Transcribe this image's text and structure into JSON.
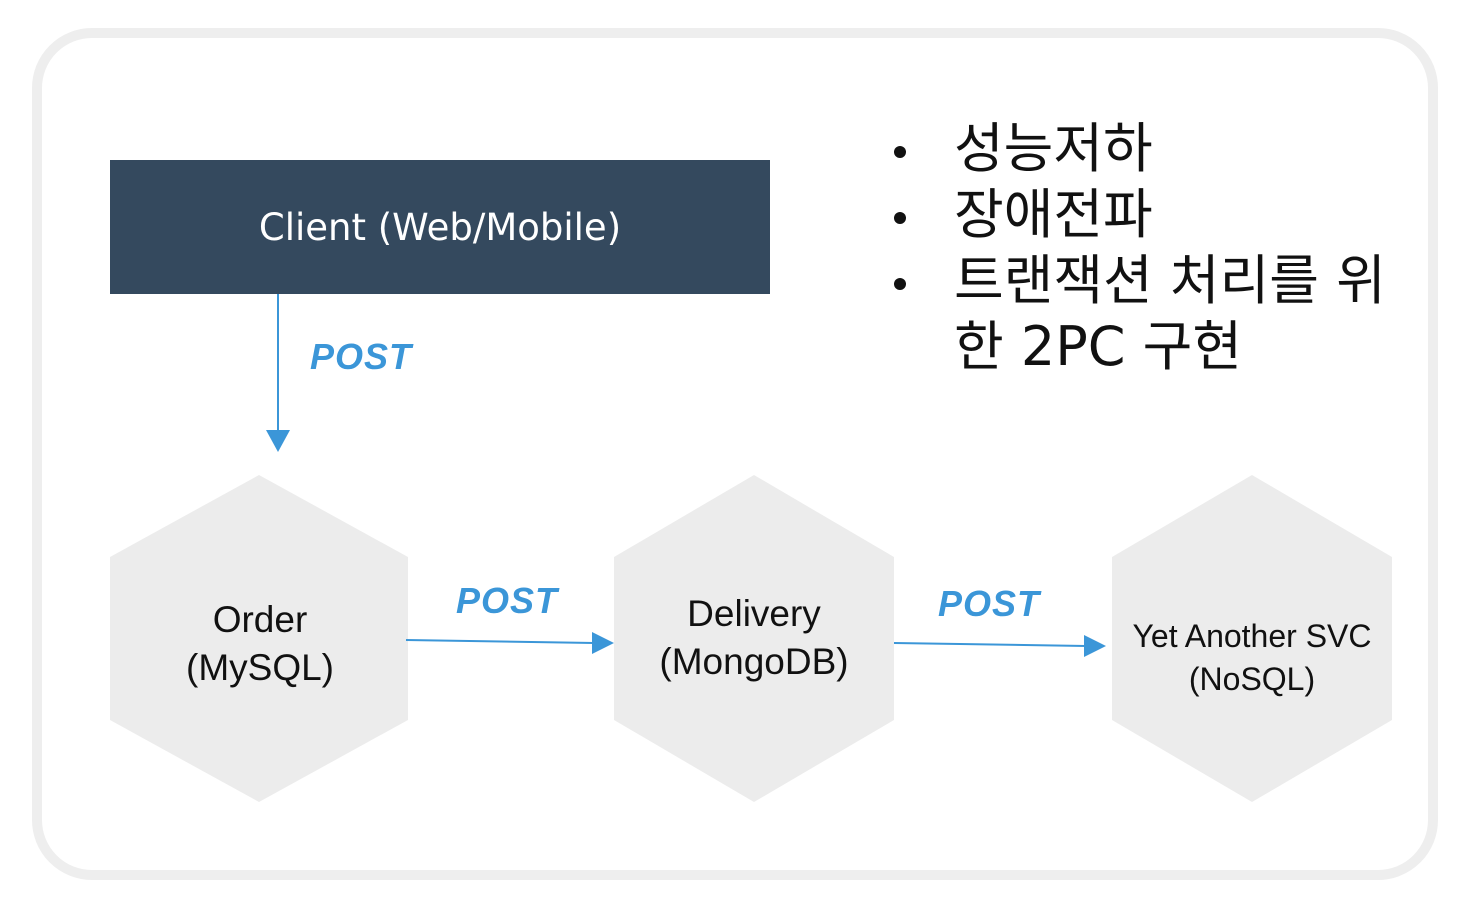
{
  "client": {
    "label": "Client (Web/Mobile)"
  },
  "arrows": {
    "client_to_order": "POST",
    "order_to_delivery": "POST",
    "delivery_to_svc": "POST"
  },
  "services": [
    {
      "line1": "Order",
      "line2": "(MySQL)"
    },
    {
      "line1": "Delivery",
      "line2": "(MongoDB)"
    },
    {
      "line1": "Yet Another SVC",
      "line2": "(NoSQL)"
    }
  ],
  "bullets": [
    "성능저하",
    "장애전파",
    "트랜잭션 처리를 위한 2PC 구현"
  ],
  "colors": {
    "client_bg": "#34495e",
    "arrow": "#3b96d8",
    "hexagon": "#ececec",
    "frame": "#eeeeee"
  }
}
